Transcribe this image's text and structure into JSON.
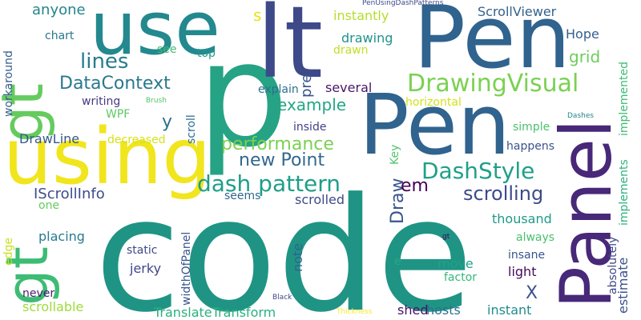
{
  "words": {
    "code": {
      "text": "code",
      "color": "#1f9484"
    },
    "pen_big": {
      "text": "Pen",
      "color": "#30638e"
    },
    "pen_top": {
      "text": "Pen",
      "color": "#30638e"
    },
    "p": {
      "text": "p",
      "color": "#26a384"
    },
    "lt": {
      "text": "lt",
      "color": "#3e4989"
    },
    "use": {
      "text": "use",
      "color": "#23898e"
    },
    "using": {
      "text": "using",
      "color": "#f1e51d"
    },
    "gt_left": {
      "text": "gt",
      "color": "#65cb5e"
    },
    "gt_lower": {
      "text": "gt",
      "color": "#3dbc74"
    },
    "panel": {
      "text": "Panel",
      "color": "#482878"
    },
    "drawingvisual": {
      "text": "DrawingVisual",
      "color": "#7ad151"
    },
    "dash_pattern": {
      "text": "dash pattern",
      "color": "#1f9e89"
    },
    "dashstyle": {
      "text": "DashStyle",
      "color": "#1fa088"
    },
    "performance": {
      "text": "performance",
      "color": "#7ad151"
    },
    "new_point": {
      "text": "new Point",
      "color": "#31688e"
    },
    "scrolling": {
      "text": "scrolling",
      "color": "#3e4a89"
    },
    "lines": {
      "text": "lines",
      "color": "#287c8e"
    },
    "datacontext": {
      "text": "DataContext",
      "color": "#2a788e"
    },
    "example": {
      "text": "example",
      "color": "#22a785"
    },
    "draw": {
      "text": "Draw",
      "color": "#39568c"
    },
    "em": {
      "text": "em",
      "color": "#440154"
    },
    "x": {
      "text": "X",
      "color": "#3b528b"
    },
    "y": {
      "text": "y",
      "color": "#2d708e"
    },
    "grid": {
      "text": "grid",
      "color": "#6ccd5a"
    },
    "iscrollinfo": {
      "text": "IScrollInfo",
      "color": "#3e4c8a"
    },
    "drawline": {
      "text": "DrawLine",
      "color": "#38588c"
    },
    "scrollviewer": {
      "text": "ScrollViewer",
      "color": "#33638d"
    },
    "anyone": {
      "text": "anyone",
      "color": "#25848e"
    },
    "chart": {
      "text": "chart",
      "color": "#2a768e"
    },
    "s": {
      "text": "s",
      "color": "#e5e419"
    },
    "instantly": {
      "text": "instantly",
      "color": "#b5de2b"
    },
    "drawing": {
      "text": "drawing",
      "color": "#20928c"
    },
    "drawn": {
      "text": "drawn",
      "color": "#c2df23"
    },
    "hope": {
      "text": "Hope",
      "color": "#355f8d"
    },
    "see": {
      "text": "see",
      "color": "#3fbc73"
    },
    "top": {
      "text": "top",
      "color": "#1f988b"
    },
    "pre": {
      "text": "pre",
      "color": "#3a548c"
    },
    "explain": {
      "text": "explain",
      "color": "#2c718e"
    },
    "several": {
      "text": "several",
      "color": "#481769"
    },
    "horizontal": {
      "text": "horizontal",
      "color": "#d2e21b"
    },
    "writing": {
      "text": "writing",
      "color": "#443a83"
    },
    "wpf": {
      "text": "WPF",
      "color": "#5ec962"
    },
    "brush": {
      "text": "Brush",
      "color": "#52c569"
    },
    "scroll": {
      "text": "scroll",
      "color": "#2e6d8e"
    },
    "workaround": {
      "text": "workaround",
      "color": "#365c8d"
    },
    "decreased": {
      "text": "decreased",
      "color": "#d5e21a"
    },
    "inside": {
      "text": "inside",
      "color": "#424086"
    },
    "simple": {
      "text": "simple",
      "color": "#4ac16d"
    },
    "happens": {
      "text": "happens",
      "color": "#3b528b"
    },
    "key": {
      "text": "Key",
      "color": "#52c569"
    },
    "implemented": {
      "text": "implemented",
      "color": "#3dbc74"
    },
    "dashes": {
      "text": "Dashes",
      "color": "#25858e"
    },
    "implements": {
      "text": "implements",
      "color": "#2db27d"
    },
    "absolutely": {
      "text": "absolutely",
      "color": "#3f4788"
    },
    "seems": {
      "text": "seems",
      "color": "#31678e"
    },
    "scrolled": {
      "text": "scrolled",
      "color": "#3e4a89"
    },
    "one": {
      "text": "one",
      "color": "#65cb5e"
    },
    "thousand": {
      "text": "thousand",
      "color": "#1f9a8a"
    },
    "always": {
      "text": "always",
      "color": "#48c16e"
    },
    "insane": {
      "text": "insane",
      "color": "#3a548c"
    },
    "light": {
      "text": "light",
      "color": "#460a5d"
    },
    "placing": {
      "text": "placing",
      "color": "#297a8e"
    },
    "edge": {
      "text": "edge",
      "color": "#c8e020"
    },
    "static": {
      "text": "static",
      "color": "#3e4989"
    },
    "jerky": {
      "text": "jerky",
      "color": "#414487"
    },
    "note": {
      "text": "note",
      "color": "#33638d"
    },
    "widthofpanel": {
      "text": "widthOfPanel",
      "color": "#39558c"
    },
    "e": {
      "text": "e",
      "color": "#22a884"
    },
    "move": {
      "text": "move",
      "color": "#1fa287"
    },
    "factor": {
      "text": "factor",
      "color": "#35b779"
    },
    "never": {
      "text": "never",
      "color": "#482173"
    },
    "black": {
      "text": "Black",
      "color": "#3f4889"
    },
    "scrollable": {
      "text": "scrollable",
      "color": "#9fda3a"
    },
    "translatetransform": {
      "text": "TranslateTransform",
      "color": "#2ab07f"
    },
    "shed": {
      "text": "shed",
      "color": "#471164"
    },
    "hosts": {
      "text": "hosts",
      "color": "#2c718e"
    },
    "instant": {
      "text": "instant",
      "color": "#228c8d"
    },
    "estimate": {
      "text": "estimate",
      "color": "#3b528b"
    },
    "thickness": {
      "text": "Thickness",
      "color": "#fde725"
    },
    "gt_small": {
      "text": "gt",
      "color": "#440154"
    },
    "pen_using": {
      "text": "PenUsingDashPatterns",
      "color": "#3e4989"
    }
  }
}
